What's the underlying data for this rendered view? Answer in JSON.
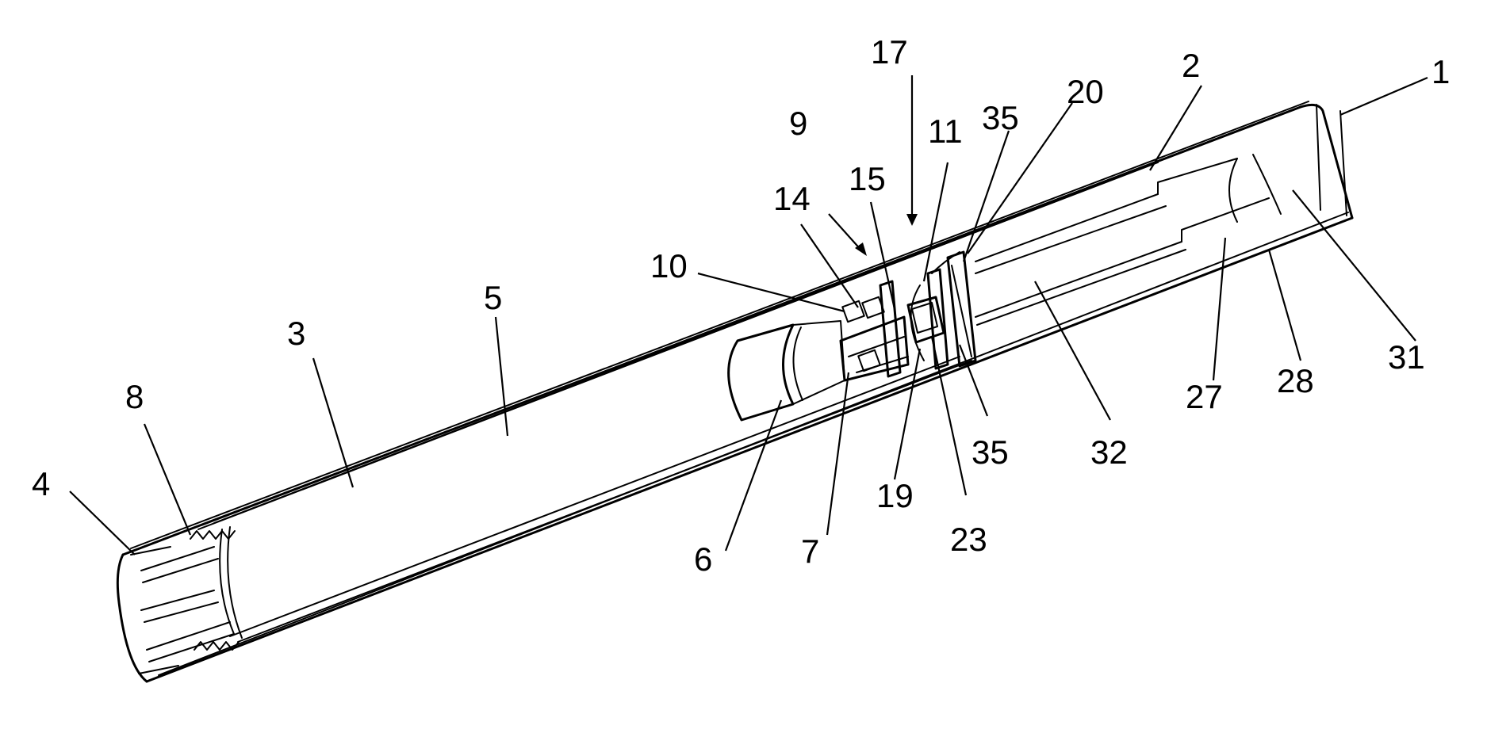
{
  "figure": {
    "labels": [
      {
        "id": "l1",
        "text": "1"
      },
      {
        "id": "l2",
        "text": "2"
      },
      {
        "id": "l3",
        "text": "3"
      },
      {
        "id": "l4",
        "text": "4"
      },
      {
        "id": "l5",
        "text": "5"
      },
      {
        "id": "l6",
        "text": "6"
      },
      {
        "id": "l7",
        "text": "7"
      },
      {
        "id": "l8",
        "text": "8"
      },
      {
        "id": "l9",
        "text": "9"
      },
      {
        "id": "l10",
        "text": "10"
      },
      {
        "id": "l11",
        "text": "11"
      },
      {
        "id": "l14",
        "text": "14"
      },
      {
        "id": "l15",
        "text": "15"
      },
      {
        "id": "l17",
        "text": "17"
      },
      {
        "id": "l19",
        "text": "19"
      },
      {
        "id": "l20",
        "text": "20"
      },
      {
        "id": "l23",
        "text": "23"
      },
      {
        "id": "l27",
        "text": "27"
      },
      {
        "id": "l28",
        "text": "28"
      },
      {
        "id": "l31",
        "text": "31"
      },
      {
        "id": "l32",
        "text": "32"
      },
      {
        "id": "l35a",
        "text": "35"
      },
      {
        "id": "l35b",
        "text": "35"
      }
    ]
  }
}
